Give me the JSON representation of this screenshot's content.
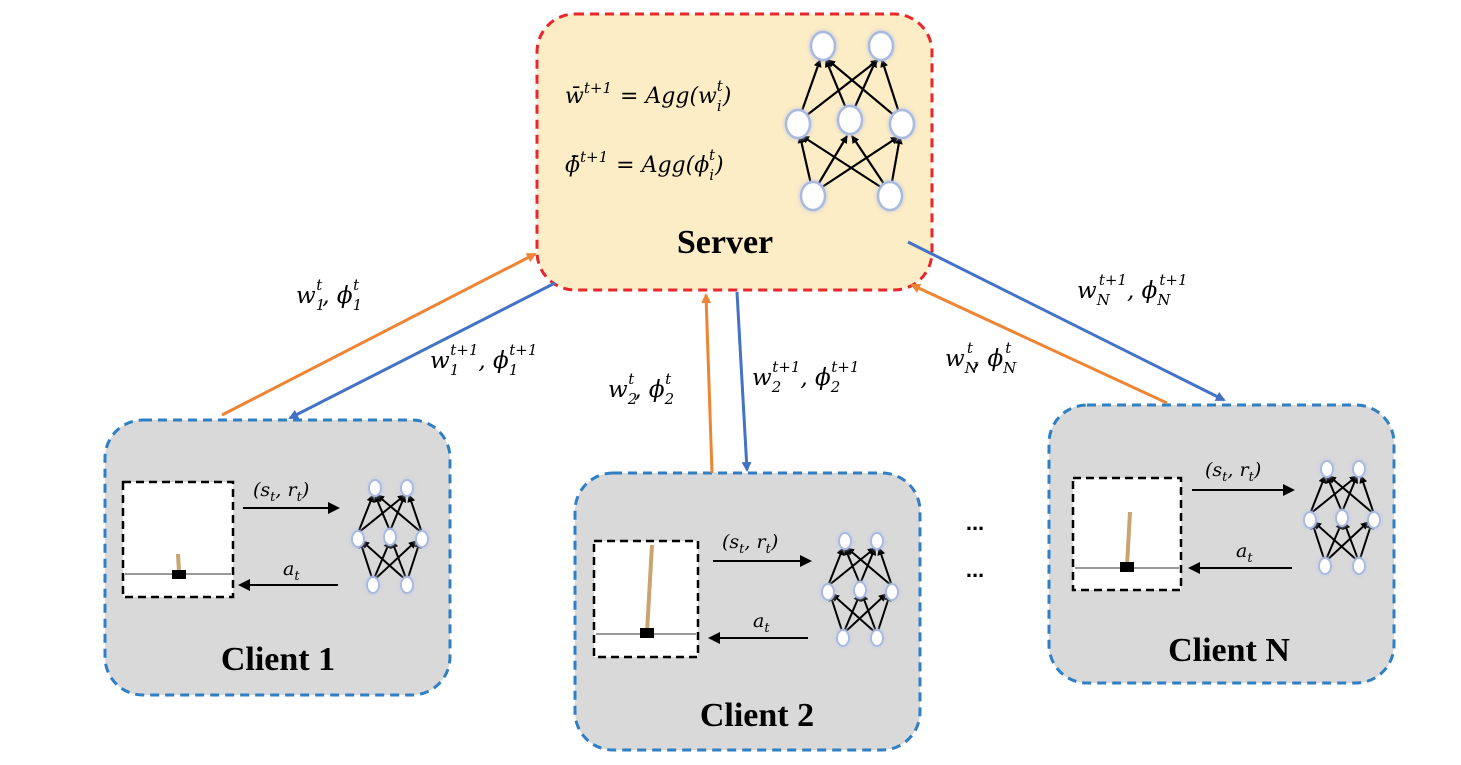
{
  "server": {
    "title": "Server",
    "eq_w_lhs": "w̄",
    "eq_w_sup": "t+1",
    "eq_w_rhs": "= Agg(w",
    "eq_w_sub": "i",
    "eq_w_sup2": "t",
    "eq_phi_lhs": "ϕ̄",
    "eq_phi_sup": "t+1",
    "eq_phi_rhs": "= Agg(ϕ",
    "eq_phi_sub": "i",
    "eq_phi_sup2": "t",
    "close_paren": ")"
  },
  "clients": [
    {
      "title": "Client 1",
      "state_label": "(s",
      "state_sub": "t",
      "reward": ", r",
      "reward_sub": "t",
      "close": ")",
      "action": "a",
      "action_sub": "t"
    },
    {
      "title": "Client 2",
      "state_label": "(s",
      "state_sub": "t",
      "reward": ", r",
      "reward_sub": "t",
      "close": ")",
      "action": "a",
      "action_sub": "t"
    },
    {
      "title": "Client N",
      "state_label": "(s",
      "state_sub": "t",
      "reward": ", r",
      "reward_sub": "t",
      "close": ")",
      "action": "a",
      "action_sub": "t"
    }
  ],
  "links": {
    "c1_up": {
      "w": "w",
      "wsub": "1",
      "wsup": "t",
      "phi": ", ϕ",
      "phisub": "1",
      "phisup": "t"
    },
    "c1_down": {
      "w": "w",
      "wsub": "1",
      "wsup": "t+1",
      "phi": ", ϕ",
      "phisub": "1",
      "phisup": "t+1"
    },
    "c2_up": {
      "w": "w",
      "wsub": "2",
      "wsup": "t",
      "phi": ", ϕ",
      "phisub": "2",
      "phisup": "t"
    },
    "c2_down": {
      "w": "w",
      "wsub": "2",
      "wsup": "t+1",
      "phi": ", ϕ",
      "phisub": "2",
      "phisup": "t+1"
    },
    "cN_up": {
      "w": "w",
      "wsub": "N",
      "wsup": "t",
      "phi": ", ϕ",
      "phisub": "N",
      "phisup": "t"
    },
    "cN_down": {
      "w": "w",
      "wsub": "N",
      "wsup": "t+1",
      "phi": ", ϕ",
      "phisub": "N",
      "phisup": "t+1"
    }
  },
  "ellipsis": [
    "...",
    "..."
  ],
  "colors": {
    "server_fill": "#fdedc6",
    "server_border": "#e8262d",
    "client_fill": "#d9d9d9",
    "client_border": "#2f7fc4",
    "upload_arrow": "#ee8535",
    "download_arrow": "#4472c4",
    "node_stroke": "#a9b9e0"
  }
}
